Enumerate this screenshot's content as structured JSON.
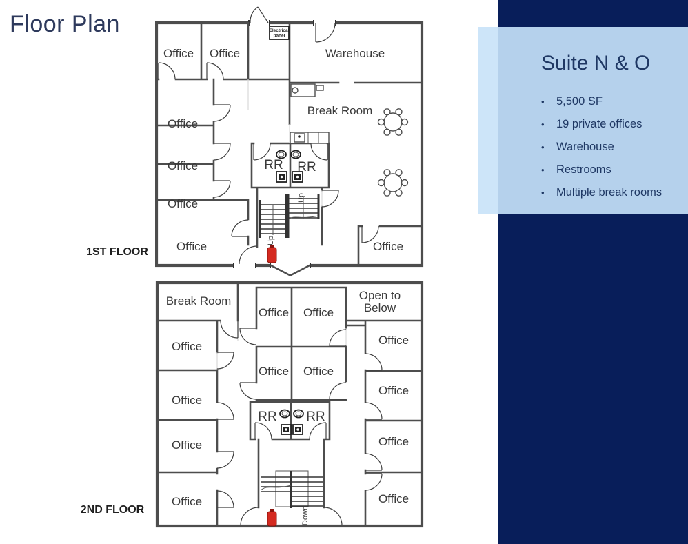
{
  "page": {
    "title": "Floor Plan"
  },
  "colors": {
    "navy": "#081e5a",
    "panel_blue": "#b5d1ec",
    "panel_light_blue": "#cde5f9",
    "sidebar_text": "#1f3864",
    "title_text": "#2e3a5c",
    "extinguisher_red": "#d42a20"
  },
  "sidebar": {
    "title": "Suite N & O",
    "bullet_char": "•",
    "bullets": [
      "5,500 SF",
      "19 private offices",
      "Warehouse",
      "Restrooms",
      "Multiple break rooms"
    ]
  },
  "floor1": {
    "label": "1ST FLOOR",
    "rooms": {
      "top_offices": [
        "Office",
        "Office"
      ],
      "warehouse": "Warehouse",
      "electrical_panel": [
        "Electrical",
        "panel"
      ],
      "break_room": "Break Room",
      "left_offices": [
        "Office",
        "Office",
        "Office",
        "Office"
      ],
      "restrooms": [
        "RR",
        "RR"
      ],
      "office_bottom_right": "Office",
      "stair_labels": [
        "Up",
        "Up"
      ]
    }
  },
  "floor2": {
    "label": "2ND FLOOR",
    "rooms": {
      "break_room": "Break Room",
      "open_to_below": [
        "Open to",
        "Below"
      ],
      "center_offices": [
        "Office",
        "Office",
        "Office",
        "Office"
      ],
      "left_offices": [
        "Office",
        "Office",
        "Office",
        "Office"
      ],
      "right_offices": [
        "Office",
        "Office",
        "Office",
        "Office"
      ],
      "restrooms": [
        "RR",
        "RR"
      ],
      "stair_label": "Down"
    }
  }
}
